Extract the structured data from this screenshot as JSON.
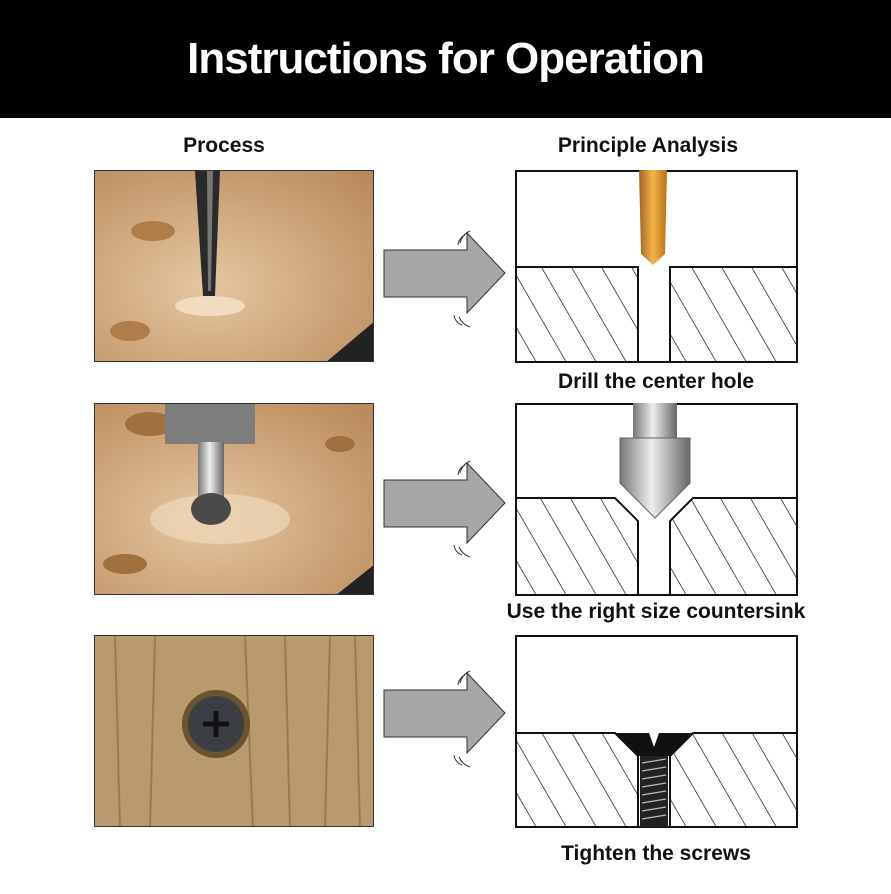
{
  "header": {
    "title": "Instructions for Operation"
  },
  "columns": {
    "process": "Process",
    "analysis": "Principle Analysis"
  },
  "steps": [
    {
      "caption": "Drill the center hole"
    },
    {
      "caption": "Use the right size countersink"
    },
    {
      "caption": "Tighten the screws"
    }
  ],
  "colors": {
    "header_bg": "#000000",
    "arrow_fill": "#a6a6a6",
    "wood": "#d9b48a",
    "drill_gold": "#d08a28"
  }
}
